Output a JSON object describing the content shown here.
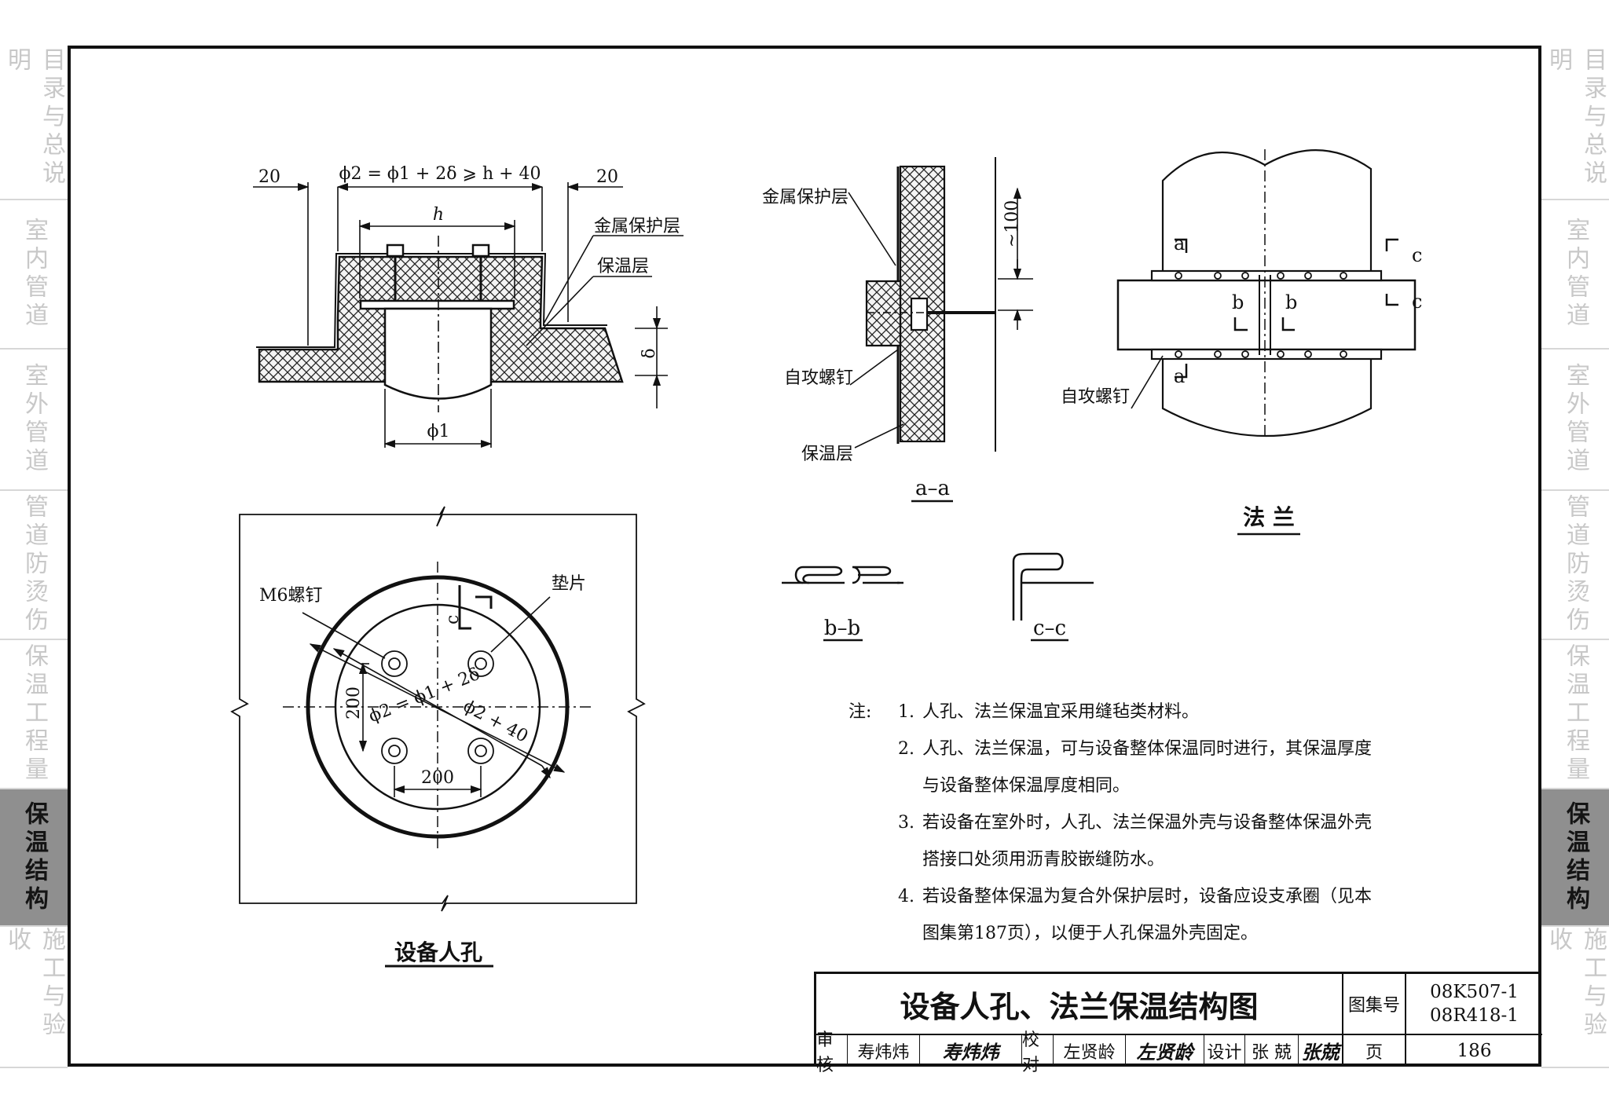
{
  "sidebar_left": {
    "tabs": [
      {
        "label": "目录与总说明",
        "active": false
      },
      {
        "label": "室内管道",
        "active": false
      },
      {
        "label": "室外管道",
        "active": false
      },
      {
        "label": "管道防烫伤",
        "active": false
      },
      {
        "label": "保温工程量",
        "active": false
      },
      {
        "label": "保温结构",
        "active": true
      },
      {
        "label": "施工与验收",
        "active": false
      }
    ]
  },
  "sidebar_right": {
    "tabs": [
      {
        "label": "目录与总说明",
        "active": false
      },
      {
        "label": "室内管道",
        "active": false
      },
      {
        "label": "室外管道",
        "active": false
      },
      {
        "label": "管道防烫伤",
        "active": false
      },
      {
        "label": "保温工程量",
        "active": false
      },
      {
        "label": "保温结构",
        "active": true
      },
      {
        "label": "施工与验收",
        "active": false
      }
    ]
  },
  "manhole_section": {
    "dim_left": "20",
    "dim_right": "20",
    "dim_formula": "ϕ2 = ϕ1 + 2δ ⩾ h + 40",
    "dim_h": "h",
    "dim_delta": "δ",
    "dim_phi1": "ϕ1",
    "label_metal": "金属保护层",
    "label_insulation": "保温层"
  },
  "manhole_plan": {
    "label_screw": "M6螺钉",
    "label_gasket": "垫片",
    "dim_200_v": "200",
    "dim_200_h": "200",
    "formula_inner": "ϕ2 = ϕ1 + 2δ",
    "formula_outer": "ϕ2 + 40",
    "cut_label": "c",
    "caption": "设备人孔"
  },
  "section_aa": {
    "label_metal": "金属保护层",
    "label_screw": "自攻螺钉",
    "label_insulation": "保温层",
    "dim_100": "~100",
    "caption": "a–a"
  },
  "flange": {
    "cut_a": "a",
    "cut_b": "b",
    "cut_c": "c",
    "label_screw": "自攻螺钉",
    "caption": "法 兰"
  },
  "details": {
    "bb": "b–b",
    "cc": "c–c"
  },
  "notes": {
    "label": "注:",
    "items": [
      {
        "num": "1.",
        "lines": [
          "人孔、法兰保温宜采用缝毡类材料。"
        ]
      },
      {
        "num": "2.",
        "lines": [
          "人孔、法兰保温，可与设备整体保温同时进行，其保温厚度",
          "与设备整体保温厚度相同。"
        ]
      },
      {
        "num": "3.",
        "lines": [
          "若设备在室外时，人孔、法兰保温外壳与设备整体保温外壳",
          "搭接口处须用沥青胶嵌缝防水。"
        ]
      },
      {
        "num": "4.",
        "lines": [
          "若设备整体保温为复合外保护层时，设备应设支承圈（见本",
          "图集第187页），以便于人孔保温外壳固定。"
        ]
      }
    ]
  },
  "title_block": {
    "title": "设备人孔、法兰保温结构图",
    "atlas_label": "图集号",
    "code1": "08K507-1",
    "code2": "08R418-1",
    "review_label": "审核",
    "reviewer": "寿炜炜",
    "reviewer_sig": "寿炜炜",
    "check_label": "校对",
    "checker": "左贤龄",
    "checker_sig": "左贤龄",
    "design_label": "设计",
    "designer": "张 兢",
    "designer_sig": "张兢",
    "page_label": "页",
    "page": "186"
  }
}
